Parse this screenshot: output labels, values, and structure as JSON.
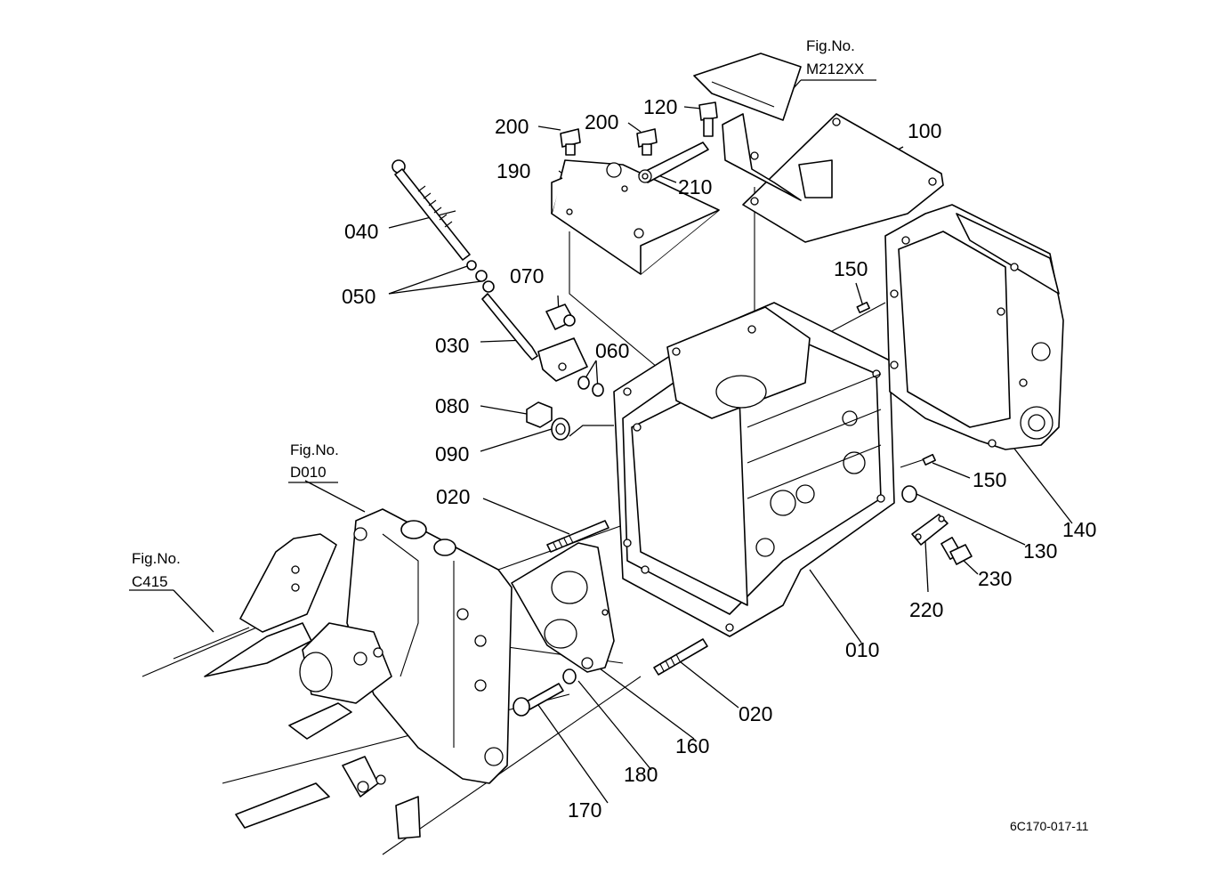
{
  "figure_refs": [
    {
      "label": "Fig.No.",
      "code": "M212XX"
    },
    {
      "label": "Fig.No.",
      "code": "D010"
    },
    {
      "label": "Fig.No.",
      "code": "C415"
    }
  ],
  "callouts": [
    "010",
    "020",
    "020",
    "030",
    "040",
    "050",
    "060",
    "070",
    "080",
    "090",
    "100",
    "120",
    "130",
    "140",
    "150",
    "150",
    "160",
    "170",
    "180",
    "190",
    "200",
    "200",
    "210",
    "220",
    "230"
  ],
  "diagram_code": "6C170-017-11"
}
